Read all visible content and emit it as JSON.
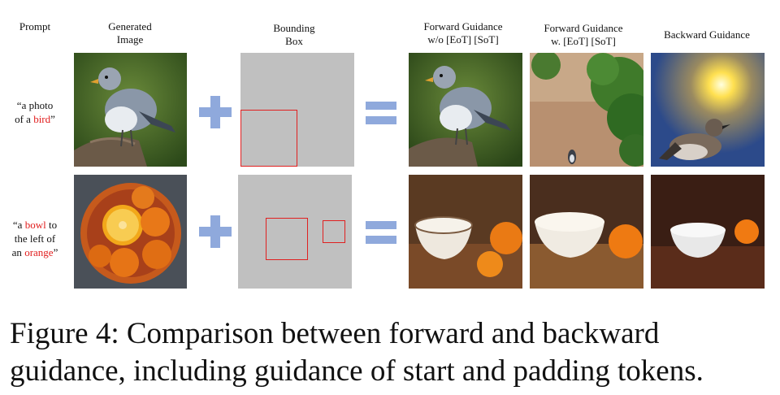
{
  "headers": {
    "prompt": "Prompt",
    "generated_1": "Generated",
    "generated_2": "Image",
    "bbox_1": "Bounding",
    "bbox_2": "Box",
    "fwd_wo_1": "Forward Guidance",
    "fwd_wo_2": "w/o [EoT] [SoT]",
    "fwd_w_1": "Forward Guidance",
    "fwd_w_2": "w. [EoT] [SoT]",
    "backward": "Backward Guidance"
  },
  "rows": [
    {
      "prompt_parts": [
        "“a photo",
        "of a ",
        "bird",
        "”"
      ],
      "highlight_color": "#e11d1d"
    },
    {
      "prompt_parts": [
        "“a ",
        "bowl",
        " to",
        "the left of",
        "an ",
        "orange",
        "”"
      ],
      "highlight_color": "#e11d1d"
    }
  ],
  "operators": {
    "plus_color": "#8fa9dc",
    "equals_color": "#8fa9dc"
  },
  "caption": "Figure 4: Comparison between forward and backward guidance, including guidance of start and padding tokens."
}
